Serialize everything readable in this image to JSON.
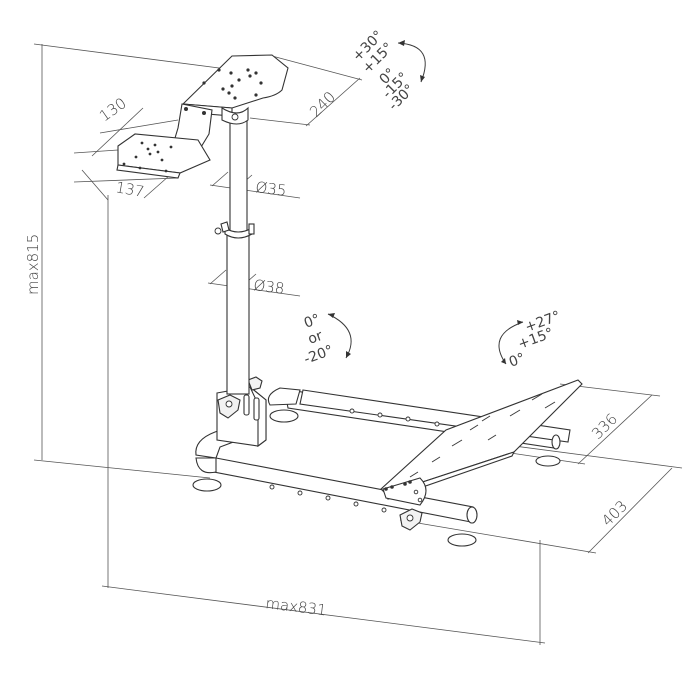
{
  "diagram": {
    "subject": "wheel stand technical drawing",
    "dimensions": {
      "total_height": "max815",
      "total_length": "max831",
      "wheel_plate_width": "240",
      "shifter_plate_depth": "130",
      "shifter_plate_width": "137",
      "upper_tube_diameter": "Ø35",
      "lower_tube_diameter": "Ø38",
      "pedal_plate_width": "336",
      "base_width": "403"
    },
    "angles": {
      "wheel_plate": [
        "+30°",
        "+15°",
        "0°",
        "-15°",
        "-30°"
      ],
      "column_tilt": [
        "0°",
        "or",
        "-20°"
      ],
      "pedal_plate": [
        "+27°",
        "+15°",
        "0°"
      ]
    }
  }
}
